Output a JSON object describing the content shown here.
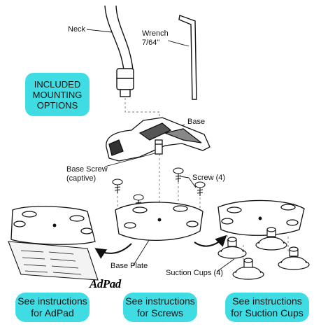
{
  "labels": {
    "neck": "Neck",
    "wrench_line1": "Wrench",
    "wrench_line2": "7/64\"",
    "base": "Base",
    "base_screw_line1": "Base Screw",
    "base_screw_line2": "(captive)",
    "screw": "Screw (4)",
    "base_plate": "Base Plate",
    "suction_cups": "Suction Cups (4)"
  },
  "included_box": {
    "line1": "INCLUDED",
    "line2": "MOUNTING",
    "line3": "OPTIONS"
  },
  "adpad_logo": "AdPad",
  "instructions": [
    {
      "line1": "See instructions",
      "line2": "for AdPad"
    },
    {
      "line1": "See instructions",
      "line2": "for Screws"
    },
    {
      "line1": "See instructions",
      "line2": "for Suction Cups"
    }
  ],
  "colors": {
    "callout_fill": "#3fdde3",
    "line": "#111111",
    "shade": "#555555"
  }
}
